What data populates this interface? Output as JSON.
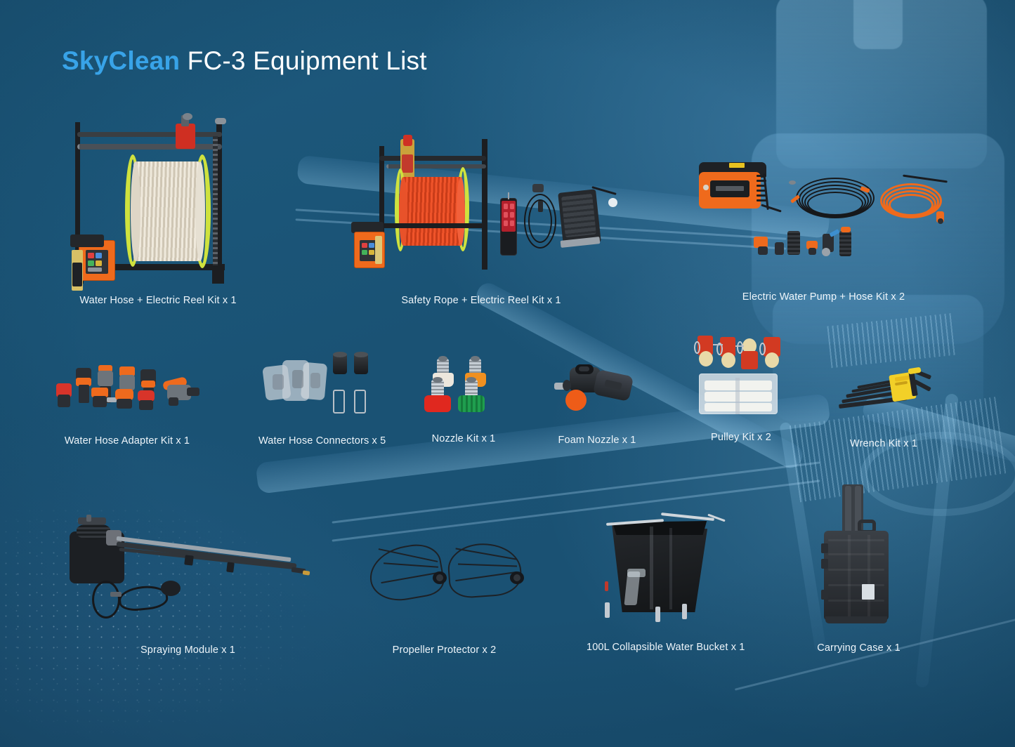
{
  "page": {
    "background_color": "#1b5579",
    "accent_color": "#38a3e8",
    "text_color": "#eef5fa"
  },
  "header": {
    "brand": "SkyClean",
    "title_rest": " FC-3 Equipment List",
    "full_title": "SkyClean FC-3 Equipment List"
  },
  "items": [
    {
      "id": "water-hose-electric-reel-kit",
      "label": "Water Hose + Electric Reel Kit x 1",
      "quantity": 1
    },
    {
      "id": "safety-rope-electric-reel-kit",
      "label": "Safety Rope + Electric Reel Kit x 1",
      "quantity": 1
    },
    {
      "id": "electric-water-pump-hose-kit",
      "label": "Electric Water Pump + Hose Kit x 2",
      "quantity": 2
    },
    {
      "id": "water-hose-adapter-kit",
      "label": "Water Hose Adapter Kit x 1",
      "quantity": 1
    },
    {
      "id": "water-hose-connectors",
      "label": "Water Hose Connectors x 5",
      "quantity": 5
    },
    {
      "id": "nozzle-kit",
      "label": "Nozzle Kit x 1",
      "quantity": 1
    },
    {
      "id": "foam-nozzle",
      "label": "Foam Nozzle x 1",
      "quantity": 1
    },
    {
      "id": "pulley-kit",
      "label": "Pulley Kit x 2",
      "quantity": 2
    },
    {
      "id": "wrench-kit",
      "label": "Wrench Kit x 1",
      "quantity": 1
    },
    {
      "id": "spraying-module",
      "label": "Spraying Module x 1",
      "quantity": 1
    },
    {
      "id": "propeller-protector",
      "label": "Propeller Protector x 2",
      "quantity": 2
    },
    {
      "id": "collapsible-water-bucket",
      "label": "100L Collapsible Water Bucket x 1",
      "quantity": 1
    },
    {
      "id": "carrying-case",
      "label": "Carrying Case x 1",
      "quantity": 1
    }
  ]
}
